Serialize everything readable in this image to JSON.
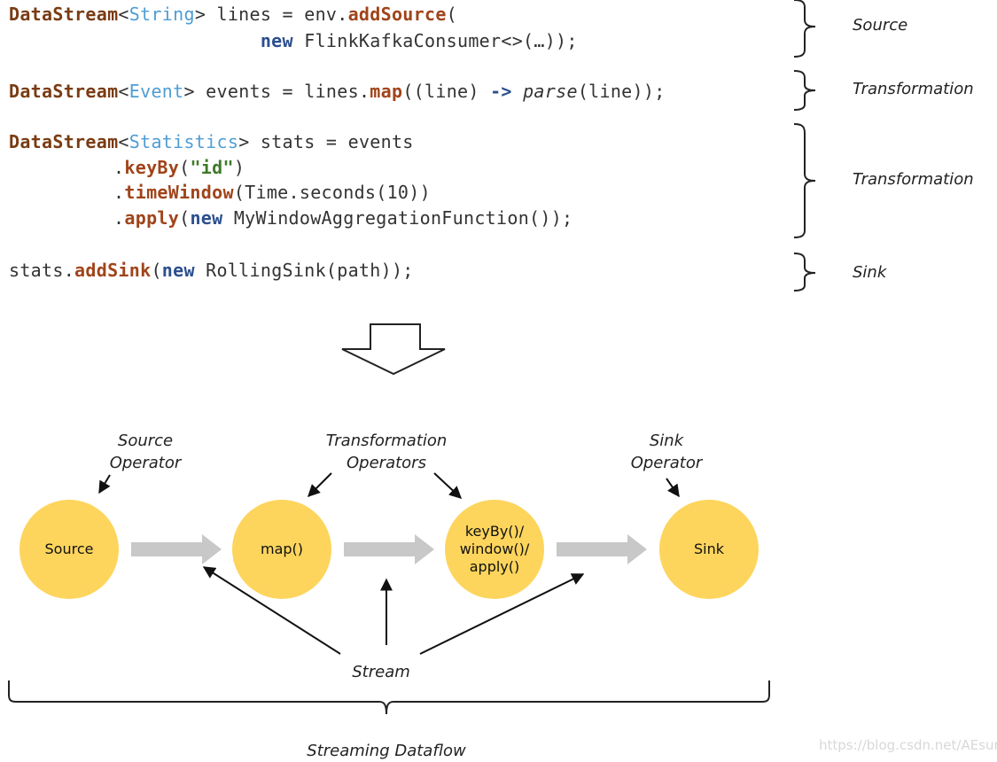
{
  "code": {
    "line1": {
      "type": "DataStream",
      "lt": "<",
      "generic": "String",
      "gt": ">",
      "rest": " lines = env.",
      "method": "addSource",
      "end": "("
    },
    "line2": {
      "indent": "                       ",
      "new": "new",
      "rest": " FlinkKafkaConsumer<>(…));"
    },
    "line3": {
      "type": "DataStream",
      "lt": "<",
      "generic": "Event",
      "gt": ">",
      "rest": " events = lines.",
      "method": "map",
      "mid": "((line) ",
      "arrow": "->",
      "sp": " ",
      "call": "parse",
      "end": "(line));"
    },
    "line4": {
      "type": "DataStream",
      "lt": "<",
      "generic": "Statistics",
      "gt": ">",
      "rest": " stats = events"
    },
    "line5": {
      "indent": "      .",
      "method": "keyBy",
      "open": "(",
      "str": "\"id\"",
      "close": ")"
    },
    "line6": {
      "indent": "      .",
      "method": "timeWindow",
      "rest": "(Time.seconds(10))"
    },
    "line7": {
      "indent": "      .",
      "method": "apply",
      "open": "(",
      "new": "new",
      "rest": " MyWindowAggregationFunction());"
    },
    "line8": {
      "pre": "stats.",
      "method": "addSink",
      "open": "(",
      "new": "new",
      "rest": " RollingSink(path));"
    }
  },
  "brace_labels": {
    "source": "Source",
    "transformation1": "Transformation",
    "transformation2": "Transformation",
    "sink": "Sink"
  },
  "diagram": {
    "labels": {
      "source_operator_1": "Source",
      "source_operator_2": "Operator",
      "transformation_operators_1": "Transformation",
      "transformation_operators_2": "Operators",
      "sink_operator_1": "Sink",
      "sink_operator_2": "Operator",
      "stream": "Stream",
      "streaming_dataflow": "Streaming Dataflow"
    },
    "nodes": {
      "source": "Source",
      "map": "map()",
      "window_1": "keyBy()/",
      "window_2": "window()/",
      "window_3": "apply()",
      "sink": "Sink"
    },
    "colors": {
      "node_fill": "#fdd55d",
      "flow_arrow": "#c8c8c8",
      "line": "#111111"
    }
  },
  "watermark": "https://blog.csdn.net/AEsun"
}
